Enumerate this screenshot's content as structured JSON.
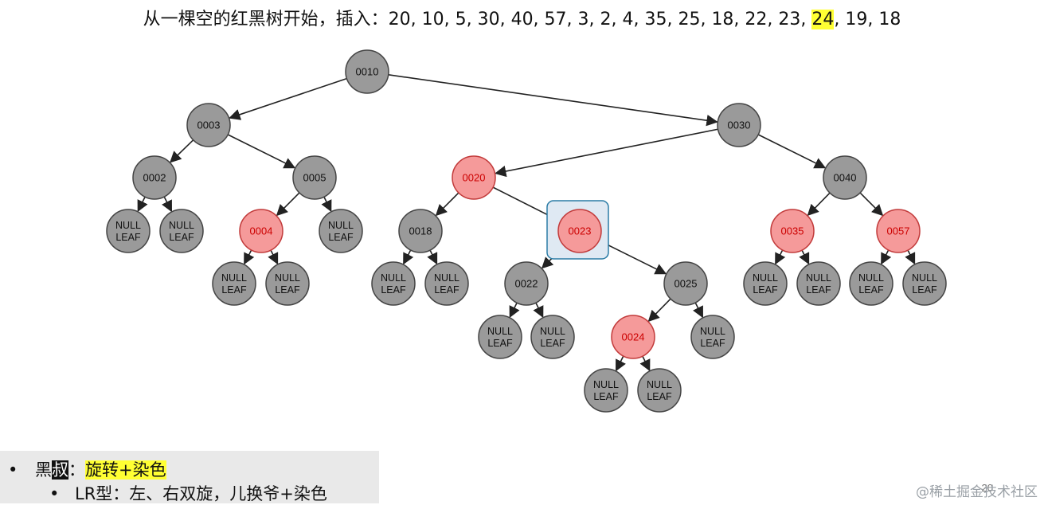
{
  "title": {
    "before": "从一棵空的红黑树开始，插入：20, 10, 5, 30, 40, 57, 3, 2, 4, 35, 25, 18, 22, 23, ",
    "highlight": "24",
    "after": ", 19, 18"
  },
  "tree": {
    "null_label_1": "NULL",
    "null_label_2": "LEAF",
    "colors": {
      "black_fill": "#9a9a9a",
      "red_fill": "#f59a9a",
      "red_text": "#cc0000",
      "black_text": "#111111",
      "highlight_box": "#2b7ca6"
    },
    "nodes": [
      {
        "id": "n10",
        "label": "0010",
        "color": "black"
      },
      {
        "id": "n3",
        "label": "0003",
        "color": "black"
      },
      {
        "id": "n30",
        "label": "0030",
        "color": "black"
      },
      {
        "id": "n2",
        "label": "0002",
        "color": "black"
      },
      {
        "id": "n5",
        "label": "0005",
        "color": "black"
      },
      {
        "id": "n20",
        "label": "0020",
        "color": "red"
      },
      {
        "id": "n40",
        "label": "0040",
        "color": "black"
      },
      {
        "id": "n4",
        "label": "0004",
        "color": "red"
      },
      {
        "id": "n18",
        "label": "0018",
        "color": "black"
      },
      {
        "id": "n23",
        "label": "0023",
        "color": "red",
        "highlighted": true
      },
      {
        "id": "n35",
        "label": "0035",
        "color": "red"
      },
      {
        "id": "n57",
        "label": "0057",
        "color": "red"
      },
      {
        "id": "n22",
        "label": "0022",
        "color": "black"
      },
      {
        "id": "n25",
        "label": "0025",
        "color": "black"
      },
      {
        "id": "n24",
        "label": "0024",
        "color": "red"
      }
    ],
    "null_leaves": [
      "L1",
      "L2",
      "L3",
      "L4",
      "L5",
      "L6",
      "L7",
      "L8",
      "L9",
      "L10",
      "L11",
      "L12",
      "L13",
      "L14",
      "L15",
      "L16"
    ],
    "edges": [
      [
        "n10",
        "n3"
      ],
      [
        "n10",
        "n30"
      ],
      [
        "n3",
        "n2"
      ],
      [
        "n3",
        "n5"
      ],
      [
        "n30",
        "n20"
      ],
      [
        "n30",
        "n40"
      ],
      [
        "n2",
        "L1"
      ],
      [
        "n2",
        "L2"
      ],
      [
        "n5",
        "n4"
      ],
      [
        "n5",
        "L3"
      ],
      [
        "n4",
        "L4"
      ],
      [
        "n4",
        "L5"
      ],
      [
        "n20",
        "n18"
      ],
      [
        "n20",
        "n23"
      ],
      [
        "n18",
        "L6"
      ],
      [
        "n18",
        "L7"
      ],
      [
        "n23",
        "n22"
      ],
      [
        "n23",
        "n25"
      ],
      [
        "n22",
        "L8"
      ],
      [
        "n22",
        "L9"
      ],
      [
        "n25",
        "n24"
      ],
      [
        "n25",
        "L10"
      ],
      [
        "n24",
        "L11"
      ],
      [
        "n24",
        "L12"
      ],
      [
        "n40",
        "n35"
      ],
      [
        "n40",
        "n57"
      ],
      [
        "n35",
        "L13"
      ],
      [
        "n35",
        "L14"
      ],
      [
        "n57",
        "L15"
      ],
      [
        "n57",
        "L16"
      ]
    ]
  },
  "notes": {
    "line1": {
      "bullet": "•",
      "pre": "黑",
      "inv": "叔",
      "colon": "：",
      "yellow": "旋转+染色"
    },
    "line2": {
      "bullet": "•",
      "text": "LR型：左、右双旋，儿换爷+染色"
    }
  },
  "page_number": "20",
  "watermark": "@稀土掘金技术社区"
}
